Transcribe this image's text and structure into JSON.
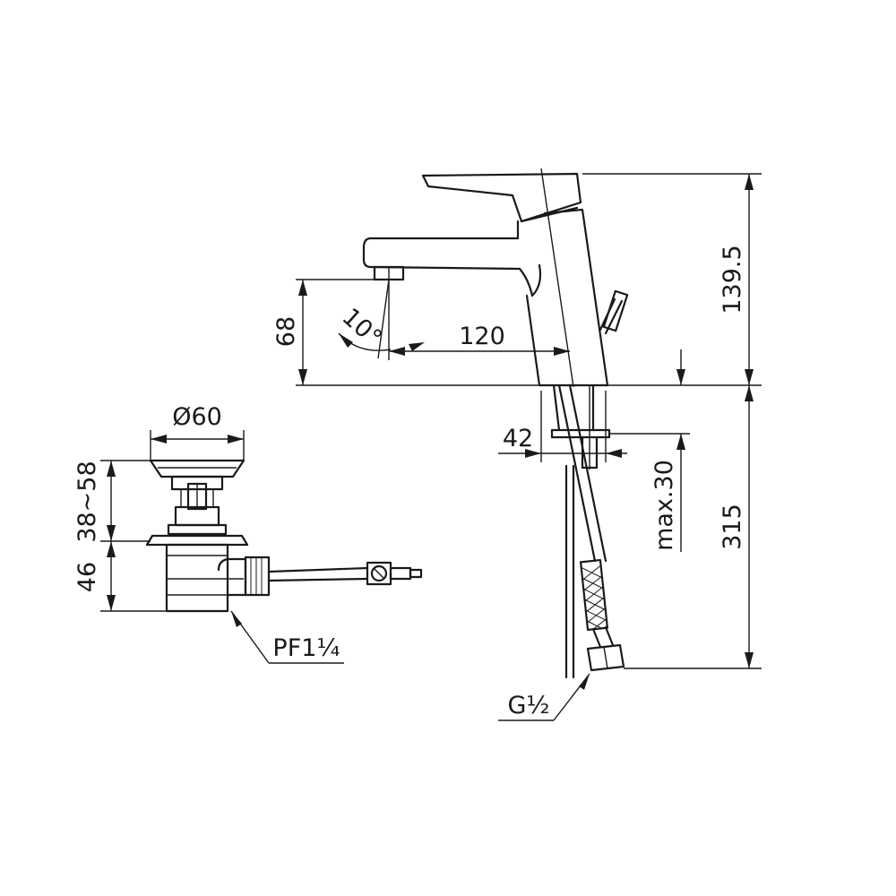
{
  "dimensions": {
    "total_height": "139.5",
    "spout_height": "68",
    "spout_reach": "120",
    "tilt_angle": "10°",
    "mount_hole": "42",
    "max_thickness": "max.30",
    "hose_length": "315",
    "drain_diameter": "Ø60",
    "drain_adjust": "38~58",
    "drain_body": "46"
  },
  "threads": {
    "drain_thread": "PF1¼",
    "supply_thread": "G½"
  },
  "colors": {
    "line": "#1a1a1a",
    "background": "#ffffff"
  }
}
